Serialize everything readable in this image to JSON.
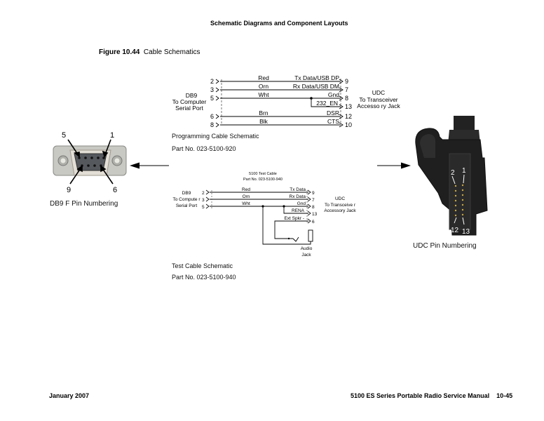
{
  "page": {
    "header": "Schematic Diagrams and Component Layouts",
    "figure_number": "Figure 10.44",
    "figure_title": "Cable Schematics",
    "footer_left": "January 2007",
    "footer_right": "5100 ES Series Portable Radio Service Manual",
    "page_number": "10-45"
  },
  "db9_connector": {
    "caption": "DB9 F Pin Numbering",
    "pin_labels": [
      "5",
      "1",
      "9",
      "6"
    ]
  },
  "udc_connector": {
    "caption": "UDC Pin Numbering",
    "pin_labels": [
      "1",
      "2",
      "12",
      "13"
    ]
  },
  "programming_cable": {
    "left_label": [
      "DB9",
      "To Computer",
      "Serial Port"
    ],
    "right_label": [
      "UDC",
      "To Transceiver",
      "Accesso ry Jack"
    ],
    "wires": [
      {
        "db9_pin": "2",
        "color": "Red",
        "signal": "Tx Data/USB DP",
        "udc_pin": "9"
      },
      {
        "db9_pin": "3",
        "color": "Orn",
        "signal": "Rx Data/USB DM",
        "udc_pin": "7"
      },
      {
        "db9_pin": "5",
        "color": "Wht",
        "signal": "Gnd",
        "udc_pin": "8"
      },
      {
        "db9_pin": "",
        "color": "",
        "signal": "232_EN",
        "udc_pin": "13"
      },
      {
        "db9_pin": "6",
        "color": "Brn",
        "signal": "DSR",
        "udc_pin": "12"
      },
      {
        "db9_pin": "8",
        "color": "Blk",
        "signal": "CTS",
        "udc_pin": "10"
      }
    ],
    "caption": "Programming Cable Schematic",
    "part_no": "Part No. 023-5100-920"
  },
  "test_cable": {
    "title": "5100 Test Cable",
    "title_part_no": "Part No. 023-5100-940",
    "left_label": [
      "DB9",
      "To Compute r",
      "Serial  Port"
    ],
    "right_label": [
      "UDC",
      "To Transceive r",
      "Accessory Jack"
    ],
    "wires": [
      {
        "db9_pin": "2",
        "color": "Red",
        "signal": "Tx Data",
        "udc_pin": "9"
      },
      {
        "db9_pin": "3",
        "color": "Orn",
        "signal": "Rx Data",
        "udc_pin": "7"
      },
      {
        "db9_pin": "5",
        "color": "Wht",
        "signal": "Gnd",
        "udc_pin": "8"
      },
      {
        "db9_pin": "",
        "color": "",
        "signal": "RENA",
        "udc_pin": "13"
      },
      {
        "db9_pin": "",
        "color": "",
        "signal": "Ext Spkr -",
        "udc_pin": "6"
      }
    ],
    "audio_jack_label": [
      "Audio",
      "Jack"
    ],
    "caption": "Test Cable Schematic",
    "part_no": "Part No. 023-5100-940"
  }
}
